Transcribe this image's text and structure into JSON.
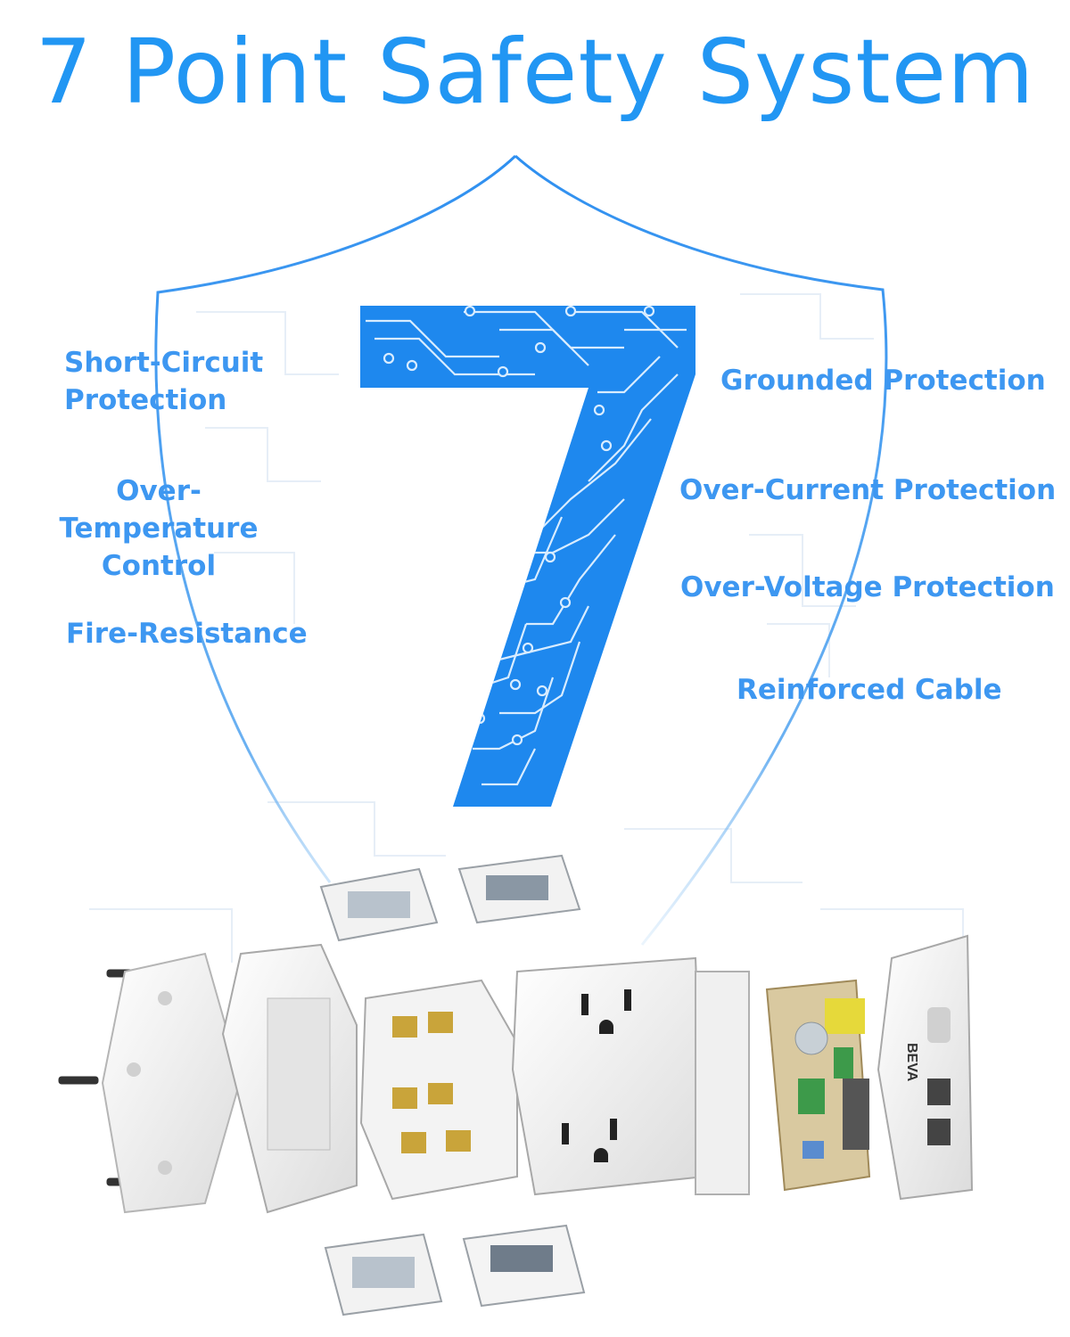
{
  "title": "7 Point Safety System",
  "colors": {
    "accent": "#2196f3",
    "label": "#3d97f1",
    "shield_line": "#4a9ce8"
  },
  "features_left": [
    {
      "line1": "Short-Circuit",
      "line2": "Protection"
    },
    {
      "line1": "Over-Temperature",
      "line2": "Control"
    },
    {
      "line1": "Fire-Resistance",
      "line2": ""
    }
  ],
  "features_right": [
    {
      "line1": "Grounded Protection"
    },
    {
      "line1": "Over-Current Protection"
    },
    {
      "line1": "Over-Voltage Protection"
    },
    {
      "line1": "Reinforced Cable"
    }
  ],
  "product": {
    "brand_mark": "BEVA"
  },
  "icons": [
    "shield-outline",
    "circuit-seven",
    "exploded-outlet-device"
  ]
}
